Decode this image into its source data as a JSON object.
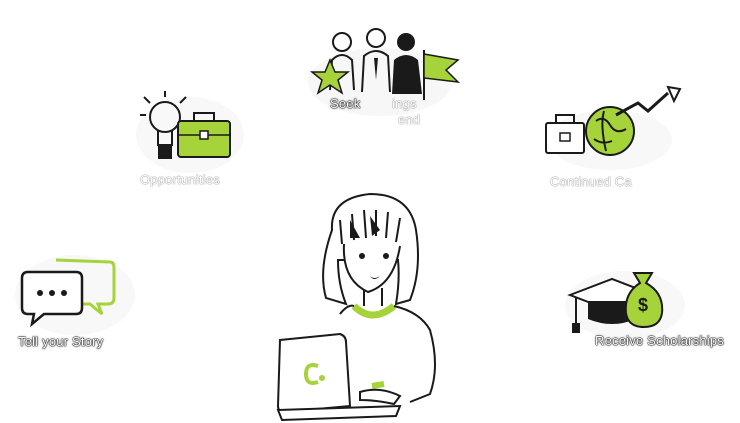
{
  "colors": {
    "accent": "#a6d23a",
    "ink": "#1a1a1a",
    "background": "#ffffff"
  },
  "nodes": {
    "seek": {
      "label_line1": "Seek",
      "label_line2": "ings",
      "label_line3": "end",
      "icon": "people-with-star-and-flag-icon"
    },
    "opportunities": {
      "label": "Opportunities",
      "icon": "lightbulb-and-briefcase-icon"
    },
    "continued": {
      "label": "Continued Ca",
      "icon": "briefcase-globe-growth-arrow-icon"
    },
    "story": {
      "label": "Tell your Story",
      "icon": "chat-bubbles-icon"
    },
    "scholarships": {
      "label": "Receive Scholarships",
      "icon": "graduation-cap-money-bag-icon"
    }
  },
  "center": {
    "icon": "girl-with-laptop-icon"
  }
}
